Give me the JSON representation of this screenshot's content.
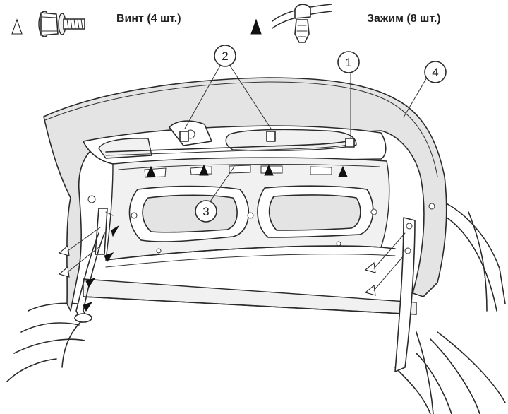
{
  "legend": {
    "screw_label": "Винт (4 шт.)",
    "clip_label": "Зажим (8 шт.)"
  },
  "callouts": {
    "c1": "1",
    "c2": "2",
    "c3": "3",
    "c4": "4"
  },
  "icons": {
    "screw_marker": "open-triangle-icon",
    "clip_marker": "solid-triangle-icon"
  }
}
